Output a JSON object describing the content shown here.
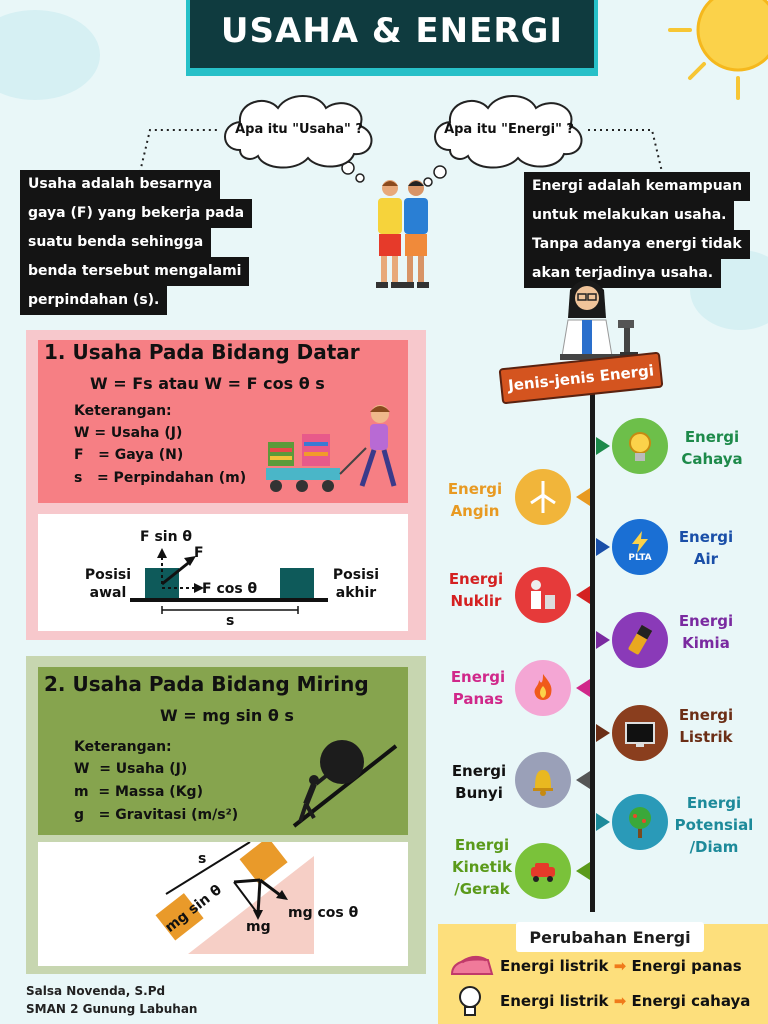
{
  "header": {
    "title": "USAHA & ENERGI"
  },
  "questions": {
    "usaha": "Apa itu \"Usaha\" ?",
    "energi": "Apa itu \"Energi\" ?"
  },
  "definitions": {
    "usaha": [
      "Usaha adalah besarnya",
      "gaya (F) yang bekerja pada",
      "suatu benda sehingga",
      "benda tersebut mengalami",
      "perpindahan (s)."
    ],
    "energi": [
      "Energi adalah kemampuan",
      "untuk melakukan usaha.",
      "Tanpa adanya energi tidak",
      "akan terjadinya usaha."
    ]
  },
  "section1": {
    "title": "1. Usaha Pada Bidang Datar",
    "formula": "W = Fs  atau  W = F cos θ s",
    "legend_title": "Keterangan:",
    "legend": [
      "W = Usaha (J)",
      "F   = Gaya (N)",
      "s   = Perpindahan (m)"
    ],
    "diagram": {
      "f_sin": "F sin θ",
      "f": "F",
      "f_cos": "F cos θ",
      "start": [
        "Posisi",
        "awal"
      ],
      "end": [
        "Posisi",
        "akhir"
      ],
      "s": "s"
    }
  },
  "section2": {
    "title": "2. Usaha Pada Bidang Miring",
    "formula": "W = mg sin θ s",
    "legend_title": "Keterangan:",
    "legend": [
      "W  = Usaha (J)",
      "m  = Massa (Kg)",
      "g   = Gravitasi (m/s²)"
    ],
    "diagram": {
      "s": "s",
      "mg_sin": "mg sin θ",
      "mg": "mg",
      "mg_cos": "mg cos θ"
    }
  },
  "timeline": {
    "ribbon": "Jenis-jenis Energi",
    "items": [
      {
        "lines": [
          "Energi",
          "Cahaya"
        ],
        "color": "#1d8a4a"
      },
      {
        "lines": [
          "Energi",
          "Angin"
        ],
        "color": "#e89a22"
      },
      {
        "lines": [
          "Energi",
          "Air"
        ],
        "color": "#1a4fa8"
      },
      {
        "lines": [
          "Energi",
          "Nuklir"
        ],
        "color": "#d42121"
      },
      {
        "lines": [
          "Energi",
          "Kimia"
        ],
        "color": "#7a2aa0"
      },
      {
        "lines": [
          "Energi",
          "Panas"
        ],
        "color": "#d0288a"
      },
      {
        "lines": [
          "Energi",
          "Listrik"
        ],
        "color": "#6b2e16"
      },
      {
        "lines": [
          "Energi",
          "Bunyi"
        ],
        "color": "#111111"
      },
      {
        "lines": [
          "Energi",
          "Potensial",
          "/Diam"
        ],
        "color": "#1d8a9a"
      },
      {
        "lines": [
          "Energi",
          "Kinetik",
          "/Gerak"
        ],
        "color": "#5a9a1a"
      }
    ],
    "plta": "PLTA"
  },
  "perubahan": {
    "title": "Perubahan Energi",
    "row1": {
      "from": "Energi listrik",
      "to": "Energi panas"
    },
    "row2": {
      "from": "Energi listrik",
      "to": "Energi cahaya"
    }
  },
  "footer": {
    "author": "Salsa Novenda, S.Pd",
    "school": "SMAN 2 Gunung Labuhan"
  }
}
